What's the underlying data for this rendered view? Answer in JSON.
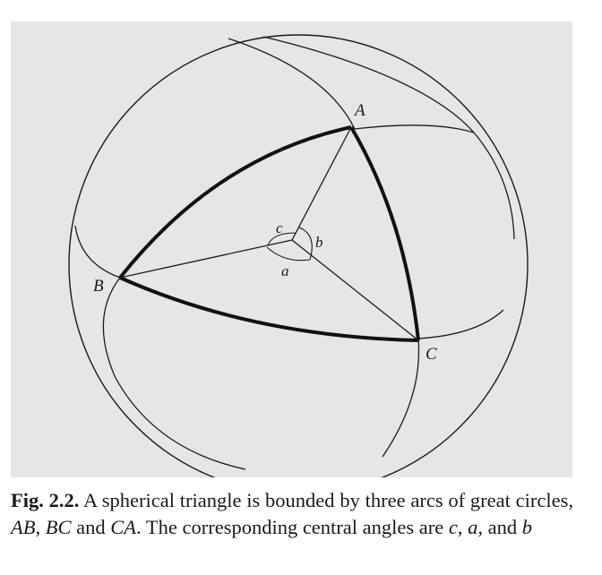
{
  "figure": {
    "vertices": {
      "A": "A",
      "B": "B",
      "C": "C"
    },
    "angles": {
      "a": "a",
      "b": "b",
      "c": "c"
    },
    "colors": {
      "background": "#e6e6e6",
      "ink": "#1a1a1a"
    }
  },
  "caption": {
    "label": "Fig. 2.2.",
    "text1": " A spherical triangle is bounded by three arcs of great circles, ",
    "ab": "AB",
    "sep1": ", ",
    "bc": "BC",
    "sep2": " and ",
    "ca": "CA",
    "text2": ". The corresponding central angles are ",
    "c": "c",
    "sep3": ", ",
    "a": "a",
    "sep4": ", and ",
    "b": "b"
  }
}
